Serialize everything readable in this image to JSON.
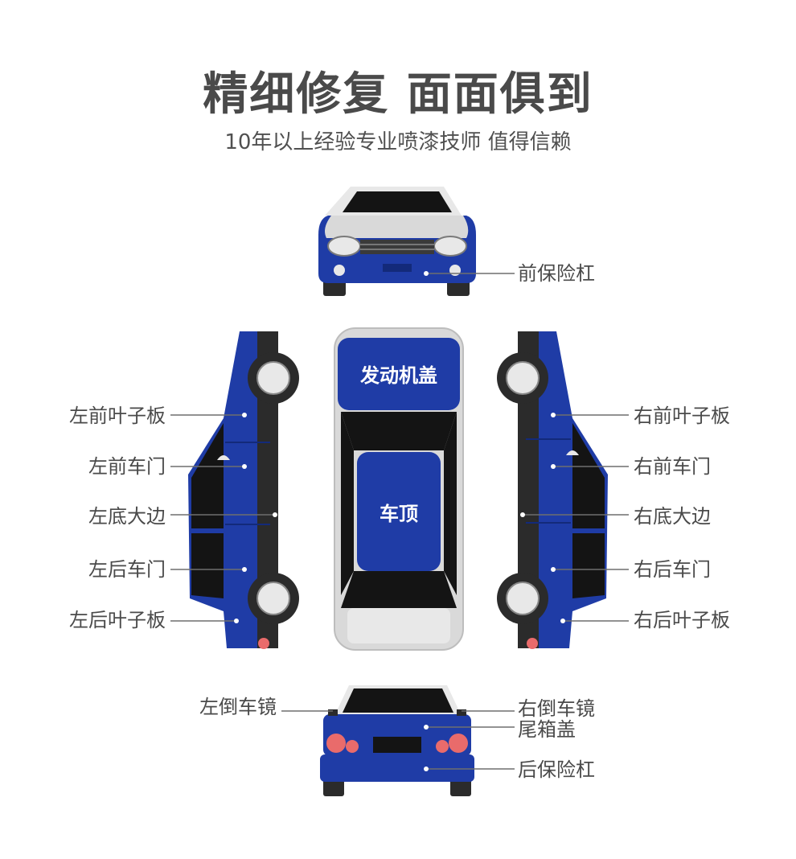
{
  "header": {
    "title": "精细修复  面面俱到",
    "subtitle": "10年以上经验专业喷漆技师  值得信赖"
  },
  "colors": {
    "body": "#1f3ca6",
    "body_dark": "#132a7a",
    "glass": "#141414",
    "silver": "#d9d9d9",
    "tire": "#2b2b2b",
    "light_red": "#e96b6b",
    "line": "#6e6e6e",
    "text": "#4a4a4a"
  },
  "parts": {
    "front_bumper": "前保险杠",
    "hood": "发动机盖",
    "roof": "车顶",
    "left_front_fender": "左前叶子板",
    "left_front_door": "左前车门",
    "left_rocker": "左底大边",
    "left_rear_door": "左后车门",
    "left_rear_fender": "左后叶子板",
    "right_front_fender": "右前叶子板",
    "right_front_door": "右前车门",
    "right_rocker": "右底大边",
    "right_rear_door": "右后车门",
    "right_rear_fender": "右后叶子板",
    "left_mirror": "左倒车镜",
    "right_mirror": "右倒车镜",
    "trunk": "尾箱盖",
    "rear_bumper": "后保险杠"
  }
}
